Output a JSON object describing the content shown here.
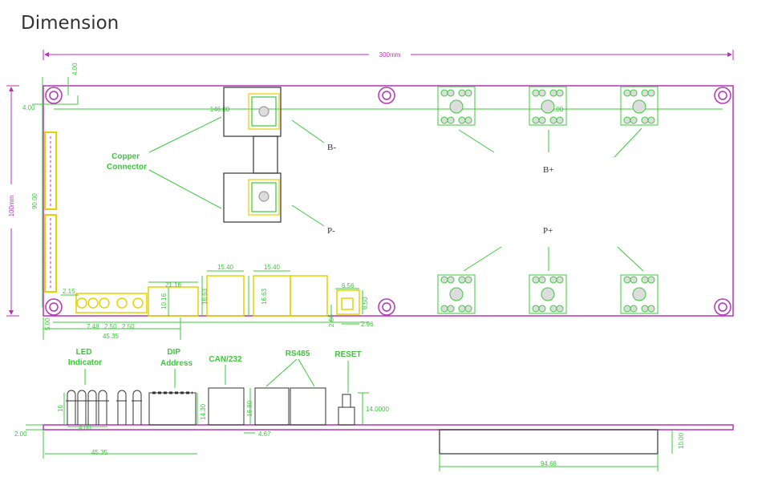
{
  "page": {
    "heading": "Dimension"
  },
  "colors": {
    "outline": "#b733b7",
    "dimension": "#3cc83c",
    "label": "#3cc83c",
    "yellow": "#e6d200",
    "dark": "#333333"
  },
  "top_view": {
    "width_label": "300mm",
    "height_label": "100mm",
    "inner_width_left": "146.00",
    "inner_width_right": "146.00",
    "inner_height": "90.00",
    "hole_offset_x": "4.00",
    "hole_offset_y": "4.00",
    "copper_label": [
      "Copper",
      "Connector"
    ],
    "terminals": {
      "b_minus": "B-",
      "p_minus": "P-",
      "b_plus": "B+",
      "p_plus": "P+"
    },
    "bottom_dims": {
      "led_pitch": "2.15",
      "led_offset_y": "5.00",
      "led_span": "7.48",
      "led_a": "2.50",
      "led_b": "2.50",
      "dip_width": "21.16",
      "dip_height": "10.16",
      "can_width": "15.40",
      "can_height": "16.63",
      "rs485_width": "15.40",
      "rs485_height": "16.63",
      "reset_w": "6.56",
      "reset_h": "6.50",
      "reset_off": "2.66",
      "reset_gap": "2.96",
      "overall": "45.35"
    }
  },
  "side_view": {
    "labels": {
      "led": [
        "LED",
        "Indicator"
      ],
      "dip": [
        "DIP",
        "Address"
      ],
      "can": "CAN/232",
      "rs485": "RS485",
      "reset": "RESET"
    },
    "dims": {
      "led_height": "16",
      "led_base": "4.00",
      "board_thickness": "2.00",
      "dip_height": "14.30",
      "rs485_height": "16.80",
      "rs485_off": "4.67",
      "reset_height": "14.0000",
      "overall": "45.35",
      "bottom_block_width": "94.68",
      "bottom_block_height": "10.00"
    }
  }
}
